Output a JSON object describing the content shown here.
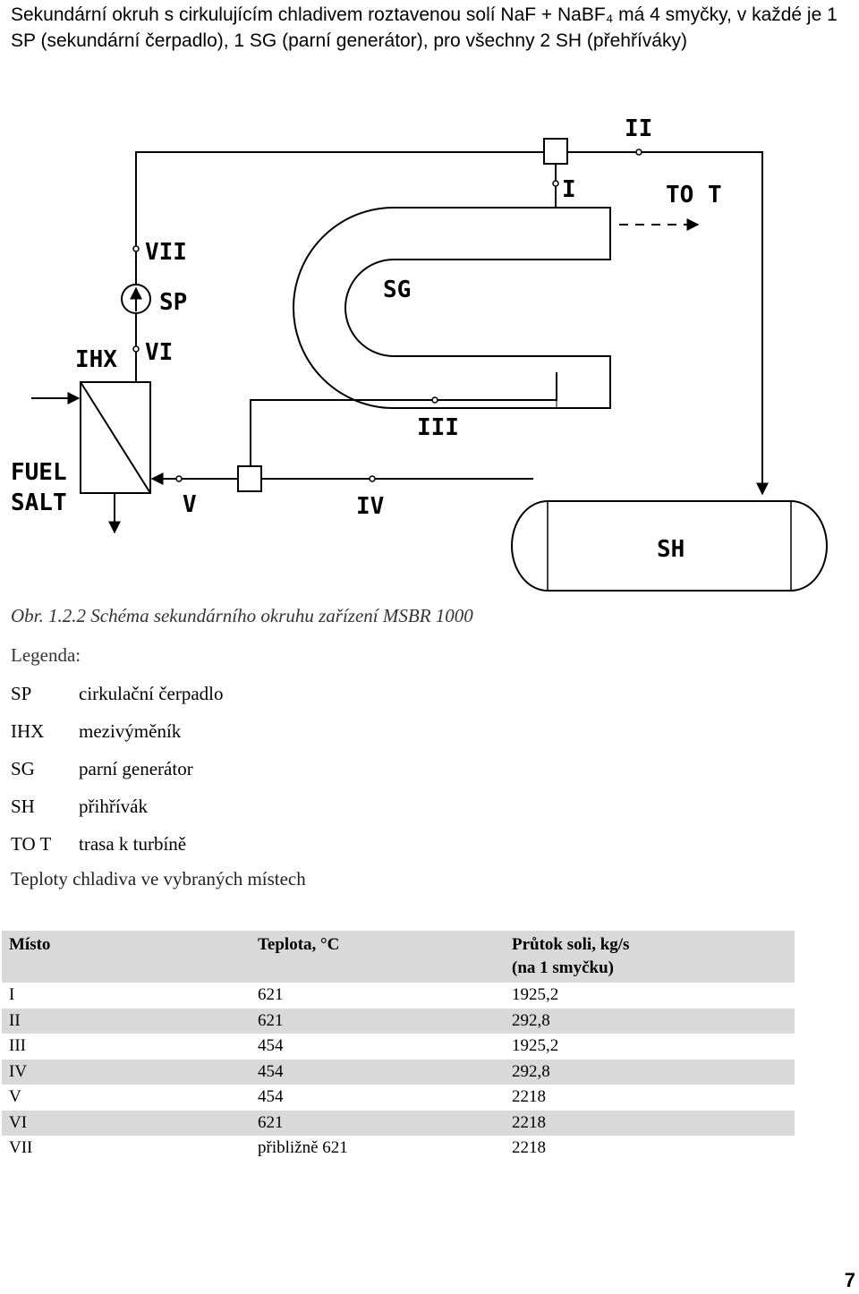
{
  "intro_text": "Sekundární okruh s cirkulujícím chladivem roztavenou solí NaF + NaBF₄ má 4 smyčky, v každé je 1 SP (sekundární čerpadlo), 1 SG (parní generátor), pro všechny 2 SH (přehříváky)",
  "diagram": {
    "labels": {
      "ii": "II",
      "i": "I",
      "tot": "TO T",
      "vii": "VII",
      "sp": "SP",
      "sg": "SG",
      "ihx": "IHX",
      "vi": "VI",
      "iii": "III",
      "fuel": "FUEL",
      "salt": "SALT",
      "v": "V",
      "iv": "IV",
      "sh": "SH"
    }
  },
  "caption": "Obr. 1.2.2 Schéma sekundárního okruhu zařízení MSBR 1000",
  "legend": {
    "title": "Legenda:",
    "items": [
      {
        "abbr": "SP",
        "desc": "cirkulační čerpadlo"
      },
      {
        "abbr": "IHX",
        "desc": "mezivýměník"
      },
      {
        "abbr": "SG",
        "desc": "parní generátor"
      },
      {
        "abbr": "SH",
        "desc": "přihřívák"
      },
      {
        "abbr": "TO T",
        "desc": "trasa k turbíně"
      }
    ]
  },
  "temps_title": "Teploty chladiva ve vybraných místech",
  "table": {
    "headers": [
      "Místo",
      "Teplota, °C",
      "Průtok soli, kg/s",
      "(na 1 smyčku)"
    ],
    "rows": [
      [
        "I",
        "621",
        "1925,2"
      ],
      [
        "II",
        "621",
        "292,8"
      ],
      [
        "III",
        "454",
        "1925,2"
      ],
      [
        "IV",
        "454",
        "292,8"
      ],
      [
        "V",
        "454",
        "2218"
      ],
      [
        "VI",
        "621",
        "2218"
      ],
      [
        "VII",
        "přibližně 621",
        "2218"
      ]
    ]
  },
  "page_number": "7"
}
